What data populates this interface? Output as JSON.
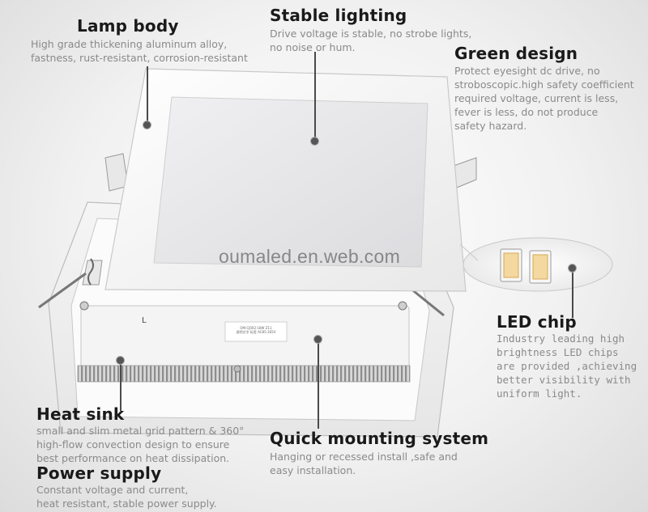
{
  "watermark": "oumaled.en.web.com",
  "panel_label_text": "OM-CJ002-18W  Z11\n说明文字 标签 AC85-265V",
  "panel_small_mark": "L",
  "callouts": {
    "lamp_body": {
      "title": "Lamp body",
      "desc": "High grade thickening aluminum alloy,\nfastness, rust-resistant, corrosion-resistant"
    },
    "stable_lighting": {
      "title": "Stable lighting",
      "desc": "Drive voltage is stable, no strobe lights,\nno noise or hum."
    },
    "green_design": {
      "title": "Green design",
      "desc": "Protect eyesight dc drive, no\nstroboscopic.high safety coefficient\nrequired voltage, current is less,\nfever is less, do not produce\nsafety hazard."
    },
    "led_chip": {
      "title": "LED chip",
      "desc": "Industry leading high\nbrightness LED chips\nare provided ,achieving\nbetter visibility with\nuniform light."
    },
    "heat_sink": {
      "title": "Heat sink",
      "desc": "small and slim metal grid pattern & 360°\nhigh-flow convection design to ensure\nbest performance on heat dissipation."
    },
    "quick_mounting": {
      "title": "Quick mounting system",
      "desc": "Hanging or recessed install ,safe and\neasy installation."
    },
    "power_supply": {
      "title": "Power supply",
      "desc": "Constant voltage and current,\nheat resistant, stable power supply."
    }
  },
  "colors": {
    "title_text": "#1a1a1a",
    "desc_text": "#8a8a8a",
    "panel_frame": "#f7f7f7",
    "diffuser": "#e4e4e6",
    "led_chip_yellow": "#f3d9a0"
  }
}
